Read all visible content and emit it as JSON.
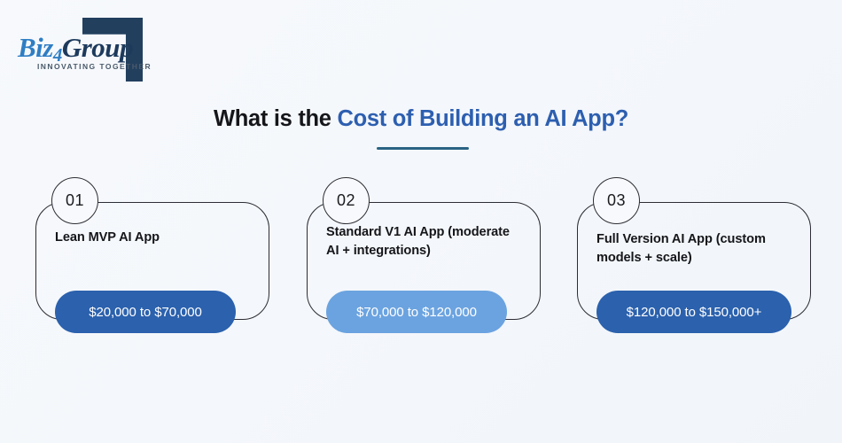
{
  "logo": {
    "name_part1": "Biz",
    "name_digit": "4",
    "name_part2": "Group",
    "tagline": "INNOVATING TOGETHER"
  },
  "heading": {
    "plain": "What is the ",
    "accent": "Cost of Building an AI App?"
  },
  "colors": {
    "background": "#f7f9fc",
    "heading_dark": "#15161a",
    "heading_accent": "#2d5fb0",
    "rule": "#2a6384",
    "card_border": "#2d2d35",
    "pill_dark": "#2b61ad",
    "pill_light": "#6ba3e0",
    "logo_blue": "#2f7ec4",
    "logo_navy": "#1d3a5c"
  },
  "cards": [
    {
      "number": "01",
      "title": "Lean MVP AI App",
      "price": "$20,000 to $70,000",
      "pill_color": "#2b61ad"
    },
    {
      "number": "02",
      "title": "Standard V1 AI App (moderate AI + integrations)",
      "price": "$70,000 to $120,000",
      "pill_color": "#6ba3e0"
    },
    {
      "number": "03",
      "title": "Full Version AI App (custom models + scale)",
      "price": "$120,000 to $150,000+",
      "pill_color": "#2b61ad"
    }
  ]
}
